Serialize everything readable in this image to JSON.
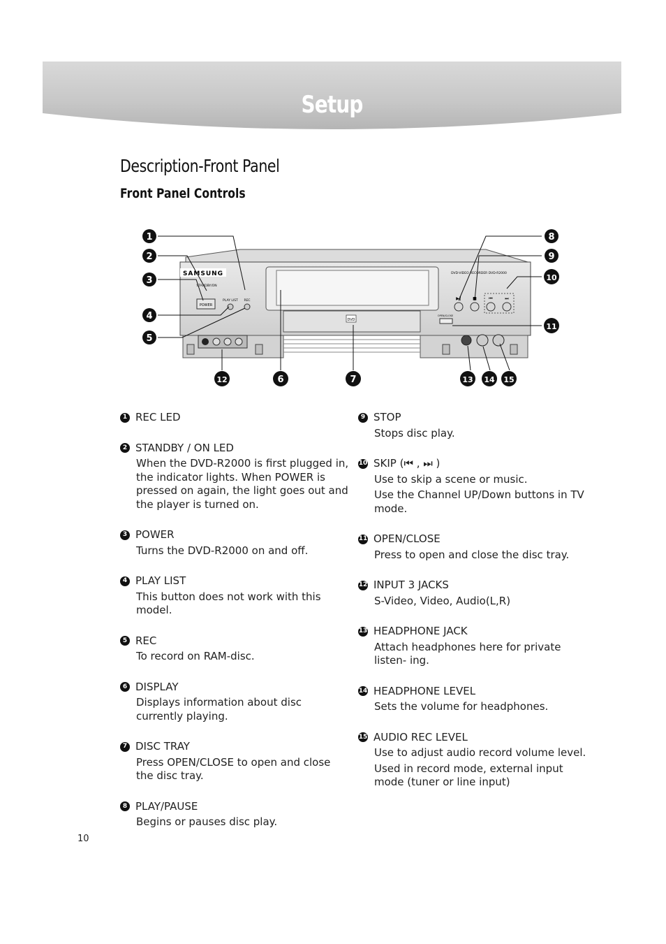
{
  "header": {
    "title": "Setup"
  },
  "heading": "Description-Front Panel",
  "subheading": "Front Panel Controls",
  "device": {
    "brand": "SAMSUNG",
    "model_text": "DVD-VIDEO RECORDER  DVD-R2000",
    "standby_label": "STANDBY/ON",
    "power_label": "POWER",
    "playlist_label": "PLAY LIST",
    "rec_label": "REC",
    "open_close_label": "OPEN/CLOSE",
    "dvd_logo": "DVD"
  },
  "callouts": [
    "1",
    "2",
    "3",
    "4",
    "5",
    "6",
    "7",
    "8",
    "9",
    "10",
    "11",
    "12",
    "13",
    "14",
    "15"
  ],
  "items_left": [
    {
      "num": "1",
      "title": "REC LED",
      "desc": []
    },
    {
      "num": "2",
      "title": "STANDBY / ON LED",
      "desc": [
        "When the DVD-R2000 is first plugged in, the indicator lights. When POWER is pressed on again, the light goes out and the player is turned on."
      ]
    },
    {
      "num": "3",
      "title": "POWER",
      "desc": [
        "Turns the DVD-R2000 on and off."
      ]
    },
    {
      "num": "4",
      "title": "PLAY LIST",
      "desc": [
        "This button does not work with this model."
      ]
    },
    {
      "num": "5",
      "title": "REC",
      "desc": [
        "To record on RAM-disc."
      ]
    },
    {
      "num": "6",
      "title": "DISPLAY",
      "desc": [
        "Displays information about disc currently playing."
      ]
    },
    {
      "num": "7",
      "title": "DISC TRAY",
      "desc": [
        "Press OPEN/CLOSE to open and close the disc tray."
      ]
    },
    {
      "num": "8",
      "title": "PLAY/PAUSE",
      "desc": [
        "Begins or pauses disc play."
      ]
    }
  ],
  "items_right": [
    {
      "num": "9",
      "title": "STOP",
      "desc": [
        "Stops disc play."
      ]
    },
    {
      "num": "10",
      "title": "SKIP (⏮ , ⏭ )",
      "desc": [
        "Use to skip a scene or music.",
        "Use the Channel UP/Down buttons in TV mode."
      ]
    },
    {
      "num": "11",
      "title": "OPEN/CLOSE",
      "desc": [
        " Press to open and close the disc tray."
      ]
    },
    {
      "num": "12",
      "title": "INPUT 3 JACKS",
      "desc": [
        "S-Video, Video, Audio(L,R)"
      ]
    },
    {
      "num": "13",
      "title": "HEADPHONE JACK",
      "desc": [
        "Attach headphones here for private listen- ing."
      ]
    },
    {
      "num": "14",
      "title": "HEADPHONE LEVEL",
      "desc": [
        "Sets the volume for headphones."
      ]
    },
    {
      "num": "15",
      "title": "AUDIO REC LEVEL",
      "desc": [
        "Use to adjust audio record volume level.",
        "Used in record mode, external input mode (tuner or line input)"
      ]
    }
  ],
  "page_number": "10"
}
